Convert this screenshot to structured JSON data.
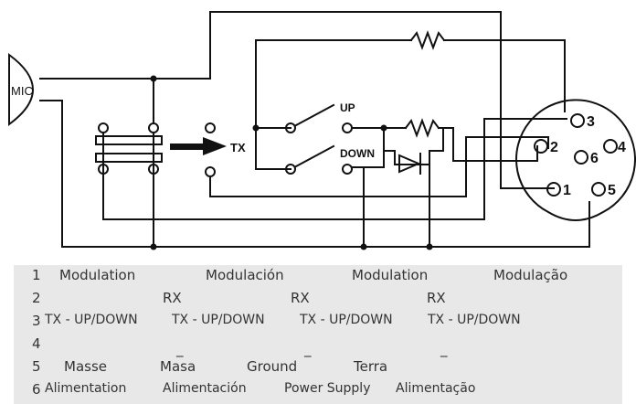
{
  "diagram": {
    "mic_label": "MIC",
    "tx_label": "TX",
    "up_label": "UP",
    "down_label": "DOWN",
    "pins": [
      "1",
      "2",
      "3",
      "4",
      "5",
      "6"
    ]
  },
  "legend": {
    "rows": [
      {
        "num": "1",
        "cells": [
          "Modulation",
          "Modulación",
          "Modulation",
          "Modulação"
        ]
      },
      {
        "num": "2",
        "cells": [
          "RX",
          "RX",
          "RX"
        ]
      },
      {
        "num": "3",
        "cells": [
          "TX - UP/DOWN",
          "TX - UP/DOWN",
          "TX - UP/DOWN",
          "TX - UP/DOWN"
        ]
      },
      {
        "num": "4",
        "cells": [
          "_",
          "_",
          "_"
        ]
      },
      {
        "num": "5",
        "cells": [
          "Masse",
          "Masa",
          "Ground",
          "Terra"
        ]
      },
      {
        "num": "6",
        "cells": [
          "Alimentation",
          "Alimentación",
          "Power Supply",
          "Alimentação"
        ]
      }
    ]
  }
}
